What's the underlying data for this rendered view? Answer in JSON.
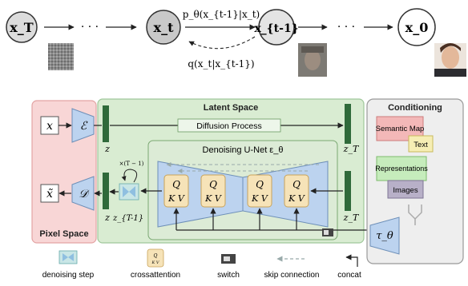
{
  "chain": {
    "nodes": [
      "x_T",
      "x_t",
      "x_{t-1}",
      "x_0"
    ],
    "ellipsis": "· · ·",
    "forward_label": "p_θ(x_{t-1}|x_t)",
    "reverse_label": "q(x_t|x_{t-1})"
  },
  "pixel_space": {
    "title": "Pixel Space",
    "input_symbol": "x",
    "encoder_symbol": "ℰ",
    "output_symbol": "x̃",
    "decoder_symbol": "𝒟"
  },
  "latent_space": {
    "title": "Latent Space",
    "diffusion_label": "Diffusion Process",
    "unet_label": "Denoising U-Net ε_θ",
    "z_label": "z",
    "z_T_label": "z_T",
    "z_T_minus_1_label": "z_{T-1}",
    "loop_label": "×(T − 1)",
    "attention_q": "Q",
    "attention_kv": "K V"
  },
  "conditioning": {
    "title": "Conditioning",
    "items": [
      "Semantic Map",
      "Text",
      "Representations",
      "Images"
    ],
    "encoder_symbol": "τ_θ"
  },
  "legend": {
    "items": [
      "denoising step",
      "crossattention",
      "switch",
      "skip connection",
      "concat"
    ]
  },
  "colors": {
    "pixel_space_bg": "#f8d6d6",
    "latent_space_bg": "#d9ecd2",
    "conditioning_bg": "#eeeeee",
    "encoder_blue": "#bcd3ef",
    "latent_bar_green": "#2f6a3a",
    "attention_bg": "#f6e3b8",
    "semantic_map": "#f3b8b8",
    "text_item": "#f6eeb4",
    "representations": "#c6ecbc",
    "images": "#b8b0c8"
  }
}
